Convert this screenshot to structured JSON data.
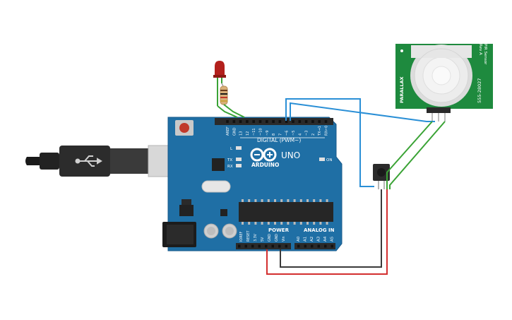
{
  "board": {
    "brand_text": "ARDUINO",
    "model_text": "UNO",
    "digital_header_text": "DIGITAL (PWM~)",
    "power_header_text": "POWER",
    "analog_header_text": "ANALOG IN",
    "on_led_text": "ON",
    "l_led_text": "L",
    "tx_led_text": "TX",
    "rx_led_text": "RX",
    "digital_pin_labels": [
      "AREF",
      "GND",
      "13",
      "12",
      "~11",
      "~10",
      "~9",
      "8",
      "7",
      "~6",
      "~5",
      "4",
      "~3",
      "2",
      "TX→1",
      "RX←0"
    ],
    "power_pin_labels": [
      "IOREF",
      "RESET",
      "3.3V",
      "5V",
      "GND",
      "GND",
      "Vin"
    ],
    "analog_pin_labels": [
      "A0",
      "A1",
      "A2",
      "A3",
      "A4",
      "A5"
    ],
    "color": "#1f6fa5"
  },
  "pir_sensor": {
    "label_left": "PARALLAX",
    "label_right_line1": "555-28027",
    "label_top_line1": "PIR Sensor",
    "label_top_line2": "Rev A",
    "board_color": "#1e8a3e",
    "dome_color": "#e8e8e8"
  },
  "components": {
    "led_color": "#b3201c",
    "resistor_color": "#d9b07a",
    "piezo_color": "#2b2b2b"
  },
  "wires": {
    "signal_color": "#2a8fd6",
    "ground_color": "#3a3a3a",
    "power_color": "#d32f2f",
    "led_lead_color": "#3aa335"
  },
  "icons": {
    "usb_icon": "usb-symbol-icon",
    "infinity_icon": "arduino-infinity-logo-icon"
  }
}
